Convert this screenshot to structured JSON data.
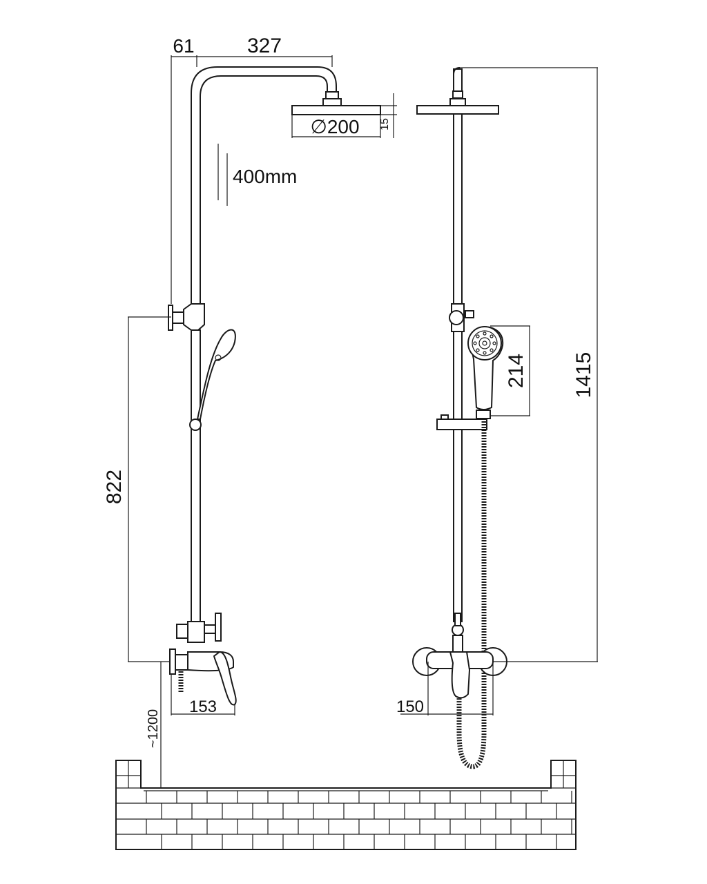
{
  "dimensions": {
    "arm_offset": "61",
    "arm_length": "327",
    "head_diameter": "∅200",
    "head_thickness": "15",
    "adjust_range": "400mm",
    "mixer_to_bracket": "822",
    "spout_length": "153",
    "install_height": "~1200",
    "handshower_length": "214",
    "total_height": "1415",
    "inlet_spacing": "150"
  }
}
